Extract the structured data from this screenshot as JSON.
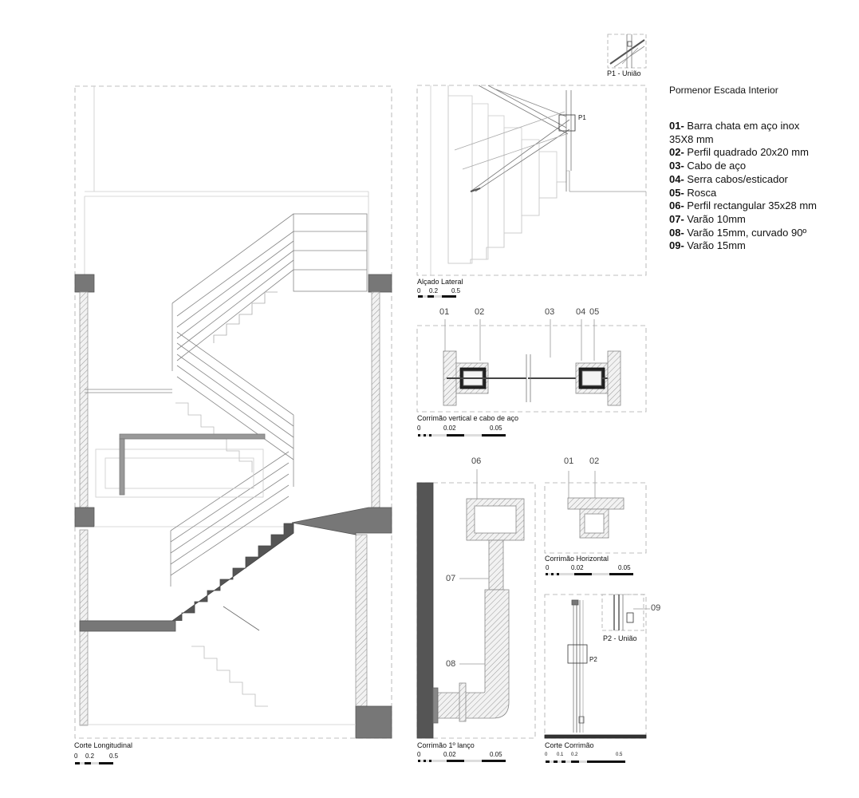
{
  "title": "Pormenor Escada Interior",
  "legend": [
    {
      "code": "01-",
      "text": "Barra chata em aço inox 35X8 mm"
    },
    {
      "code": "02-",
      "text": "Perfil quadrado 20x20 mm"
    },
    {
      "code": "03-",
      "text": "Cabo de aço"
    },
    {
      "code": "04-",
      "text": "Serra cabos/esticador"
    },
    {
      "code": "05-",
      "text": "Rosca"
    },
    {
      "code": "06-",
      "text": "Perfil rectangular 35x28 mm"
    },
    {
      "code": "07-",
      "text": "Varão 10mm"
    },
    {
      "code": "08-",
      "text": "Varão 15mm, curvado 90º"
    },
    {
      "code": "09-",
      "text": "Varão 15mm"
    }
  ],
  "views": {
    "corte_longitudinal": {
      "caption": "Corte Longitudinal",
      "scale": [
        "0",
        "0.2",
        "0.5"
      ]
    },
    "alcado_lateral": {
      "caption": "Alçado Lateral",
      "scale": [
        "0",
        "0.2",
        "0.5"
      ],
      "marker": "P1"
    },
    "p1": {
      "caption": "P1 - União"
    },
    "corrimao_vertical": {
      "caption": "Corrimão vertical e cabo de aço",
      "scale": [
        "0",
        "0.02",
        "0.05"
      ],
      "callouts": [
        "01",
        "02",
        "03",
        "04",
        "05"
      ]
    },
    "corrimao_1_lanco": {
      "caption": "Corrimão 1º lanço",
      "scale": [
        "0",
        "0.02",
        "0.05"
      ],
      "callouts": [
        "06",
        "07",
        "08"
      ]
    },
    "corrimao_horizontal": {
      "caption": "Corrimão Horizontal",
      "scale": [
        "0",
        "0.02",
        "0.05"
      ],
      "callouts": [
        "01",
        "02"
      ]
    },
    "corte_corrimao": {
      "caption": "Corte Corrimão",
      "scale": [
        "0",
        "0.1",
        "0.2",
        "0.5"
      ],
      "marker": "P2"
    },
    "p2": {
      "caption": "P2 - União",
      "callout": "09"
    }
  }
}
